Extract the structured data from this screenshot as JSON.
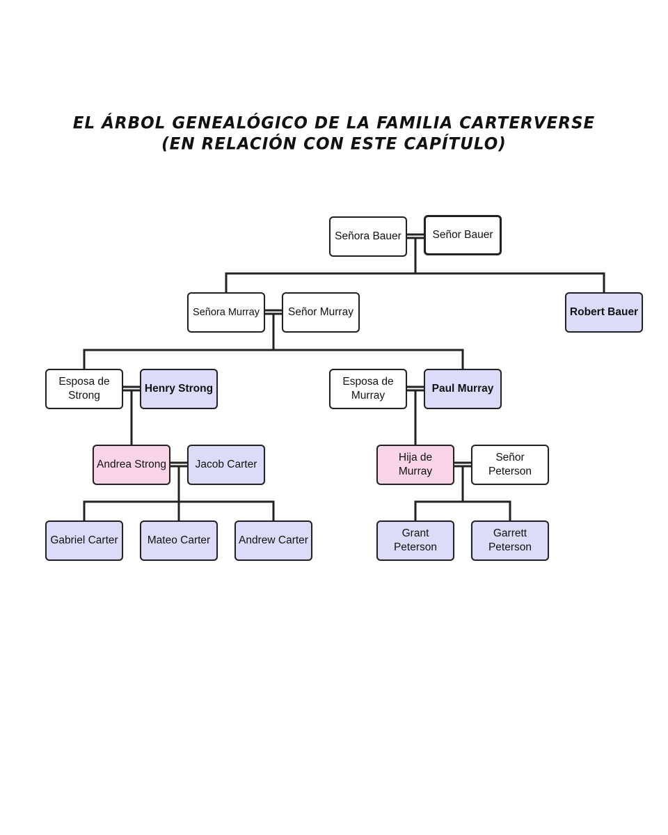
{
  "title": {
    "line1": "El árbol genealógico de la familia Carterverse",
    "line2": "(en relación con este capítulo)"
  },
  "colors": {
    "white": "#ffffff",
    "blue": "#dcdcf8",
    "pink": "#fad4e8",
    "line": "#222222"
  },
  "nodes": {
    "senora_bauer": {
      "label": "Señora Bauer",
      "fill": "white"
    },
    "senor_bauer": {
      "label": "Señor Bauer",
      "fill": "white"
    },
    "senora_murray": {
      "label": "Señora Murray",
      "fill": "white"
    },
    "senor_murray": {
      "label": "Señor Murray",
      "fill": "white"
    },
    "robert_bauer": {
      "label": "Robert Bauer",
      "fill": "blue"
    },
    "esposa_strong": {
      "label": "Esposa de Strong",
      "fill": "white"
    },
    "henry_strong": {
      "label": "Henry Strong",
      "fill": "blue"
    },
    "esposa_murray": {
      "label": "Esposa de Murray",
      "fill": "white"
    },
    "paul_murray": {
      "label": "Paul Murray",
      "fill": "blue"
    },
    "andrea_strong": {
      "label": "Andrea Strong",
      "fill": "pink"
    },
    "jacob_carter": {
      "label": "Jacob Carter",
      "fill": "blue"
    },
    "hija_murray": {
      "label": "Hija de Murray",
      "fill": "pink"
    },
    "senor_peterson": {
      "label": "Señor Peterson",
      "fill": "white"
    },
    "gabriel_carter": {
      "label": "Gabriel Carter",
      "fill": "blue"
    },
    "mateo_carter": {
      "label": "Mateo Carter",
      "fill": "blue"
    },
    "andrew_carter": {
      "label": "Andrew Carter",
      "fill": "blue"
    },
    "grant_peterson": {
      "label": "Grant Peterson",
      "fill": "blue"
    },
    "garrett_peterson": {
      "label": "Garrett Peterson",
      "fill": "blue"
    }
  },
  "relationships": {
    "couples": [
      [
        "senora_bauer",
        "senor_bauer"
      ],
      [
        "senora_murray",
        "senor_murray"
      ],
      [
        "esposa_strong",
        "henry_strong"
      ],
      [
        "esposa_murray",
        "paul_murray"
      ],
      [
        "andrea_strong",
        "jacob_carter"
      ],
      [
        "hija_murray",
        "senor_peterson"
      ]
    ],
    "children": [
      {
        "parents": [
          "senora_bauer",
          "senor_bauer"
        ],
        "children": [
          "senora_murray",
          "robert_bauer"
        ]
      },
      {
        "parents": [
          "senora_murray",
          "senor_murray"
        ],
        "children": [
          "esposa_strong",
          "paul_murray"
        ]
      },
      {
        "parents": [
          "esposa_strong",
          "henry_strong"
        ],
        "children": [
          "andrea_strong"
        ]
      },
      {
        "parents": [
          "esposa_murray",
          "paul_murray"
        ],
        "children": [
          "hija_murray"
        ]
      },
      {
        "parents": [
          "andrea_strong",
          "jacob_carter"
        ],
        "children": [
          "gabriel_carter",
          "mateo_carter",
          "andrew_carter"
        ]
      },
      {
        "parents": [
          "hija_murray",
          "senor_peterson"
        ],
        "children": [
          "grant_peterson",
          "garrett_peterson"
        ]
      }
    ]
  }
}
